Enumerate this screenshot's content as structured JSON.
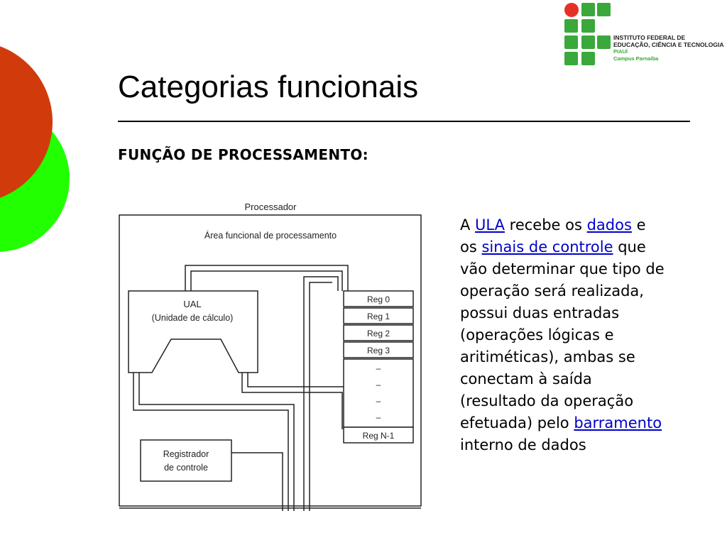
{
  "slide": {
    "title": "Categorias funcionais",
    "subtitle": "FUNÇÃO DE PROCESSAMENTO:"
  },
  "logo": {
    "line1": "INSTITUTO FEDERAL DE",
    "line2": "EDUCAÇÃO, CIÊNCIA E TECNOLOGIA",
    "line3": "PIAUÍ",
    "line4": "Campus Parnaíba",
    "colors": {
      "red": "#e53027",
      "green": "#3aa83a"
    }
  },
  "decoration": {
    "colors": {
      "red": "#d13a0a",
      "green": "#22ff00"
    }
  },
  "diagram": {
    "title": "Processador",
    "area_label": "Área funcional de processamento",
    "alu_line1": "UAL",
    "alu_line2": "(Unidade de cálculo)",
    "control_line1": "Registrador",
    "control_line2": "de controle",
    "registers": [
      "Reg 0",
      "Reg 1",
      "Reg 2",
      "Reg 3"
    ],
    "dashes": [
      "–",
      "–",
      "–",
      "–"
    ],
    "last_register": "Reg N-1"
  },
  "body": {
    "t1": "A ",
    "link_ula": "ULA",
    "t2": " recebe os ",
    "link_dados": "dados",
    "t3": " e os ",
    "link_sinais": "sinais de controle",
    "t4": " que vão determinar que tipo de operação será realizada, possui duas entradas (operações lógicas e aritiméticas), ambas se conectam à saída (resultado da operação efetuada) pelo ",
    "link_barramento": "barramento",
    "t5": " interno de dados"
  }
}
